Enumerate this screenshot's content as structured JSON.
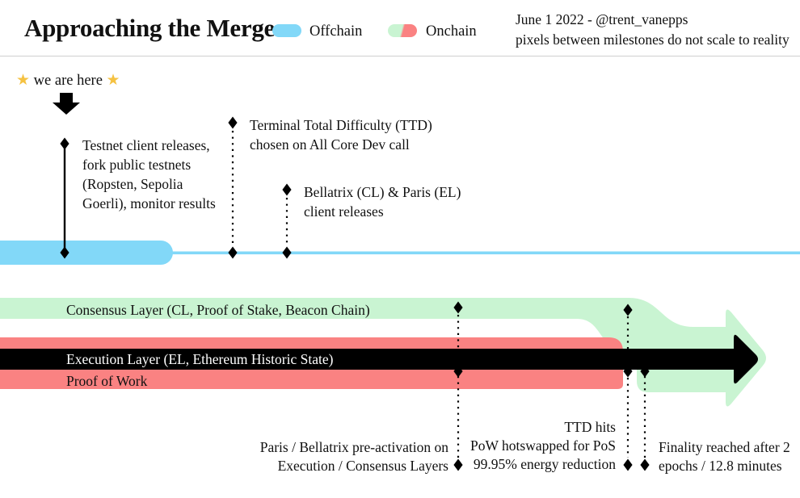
{
  "header": {
    "title": "Approaching the Merge",
    "legend": {
      "offchain_label": "Offchain",
      "onchain_label": "Onchain"
    },
    "credit": "June 1 2022 - @trent_vanepps\npixels between milestones do not scale to reality"
  },
  "we_are_here": {
    "label": "we are here",
    "star": "★"
  },
  "milestones": {
    "testnet": "Testnet client releases,\nfork public testnets\n(Ropsten, Sepolia\nGoerli), monitor results",
    "ttd_chosen": "Terminal Total Difficulty (TTD)\nchosen on All Core Dev call",
    "bellatrix_paris": "Bellatrix (CL) & Paris (EL)\nclient releases",
    "pre_activation": "Paris / Bellatrix pre-activation on\nExecution / Consensus Layers",
    "ttd_hits": "TTD hits\nPoW hotswapped for PoS\n99.95% energy reduction",
    "finality": "Finality reached after 2\nepochs / 12.8 minutes"
  },
  "bands": {
    "consensus_label": "Consensus Layer (CL, Proof of Stake, Beacon Chain)",
    "execution_label": "Execution Layer (EL, Ethereum Historic State)",
    "pow_label": "Proof of Work"
  },
  "icons": {
    "milestone_marker": "◆",
    "star": "★",
    "down_arrow": "⬇"
  },
  "colors": {
    "offchain_blue": "#82D8F8",
    "onchain_green": "#C9F4D2",
    "onchain_red": "#FA8282",
    "star_gold": "#F5C242",
    "ink": "#111111"
  }
}
